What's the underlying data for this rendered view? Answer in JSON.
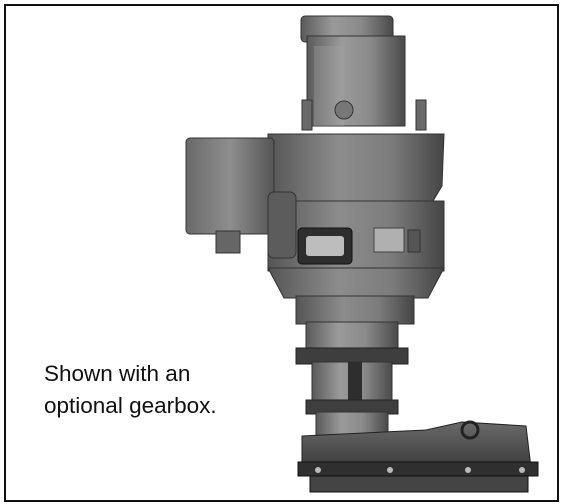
{
  "caption": {
    "line1": "Shown with an",
    "line2": "optional gearbox."
  },
  "image": {
    "subject": "electric valve actuator",
    "icon": "actuator-with-gearbox-illustration"
  },
  "colors": {
    "border": "#111111",
    "body_light": "#8a8a8a",
    "body_mid": "#666666",
    "body_dark": "#3a3a3a",
    "gearbox": "#4a4a4a"
  }
}
